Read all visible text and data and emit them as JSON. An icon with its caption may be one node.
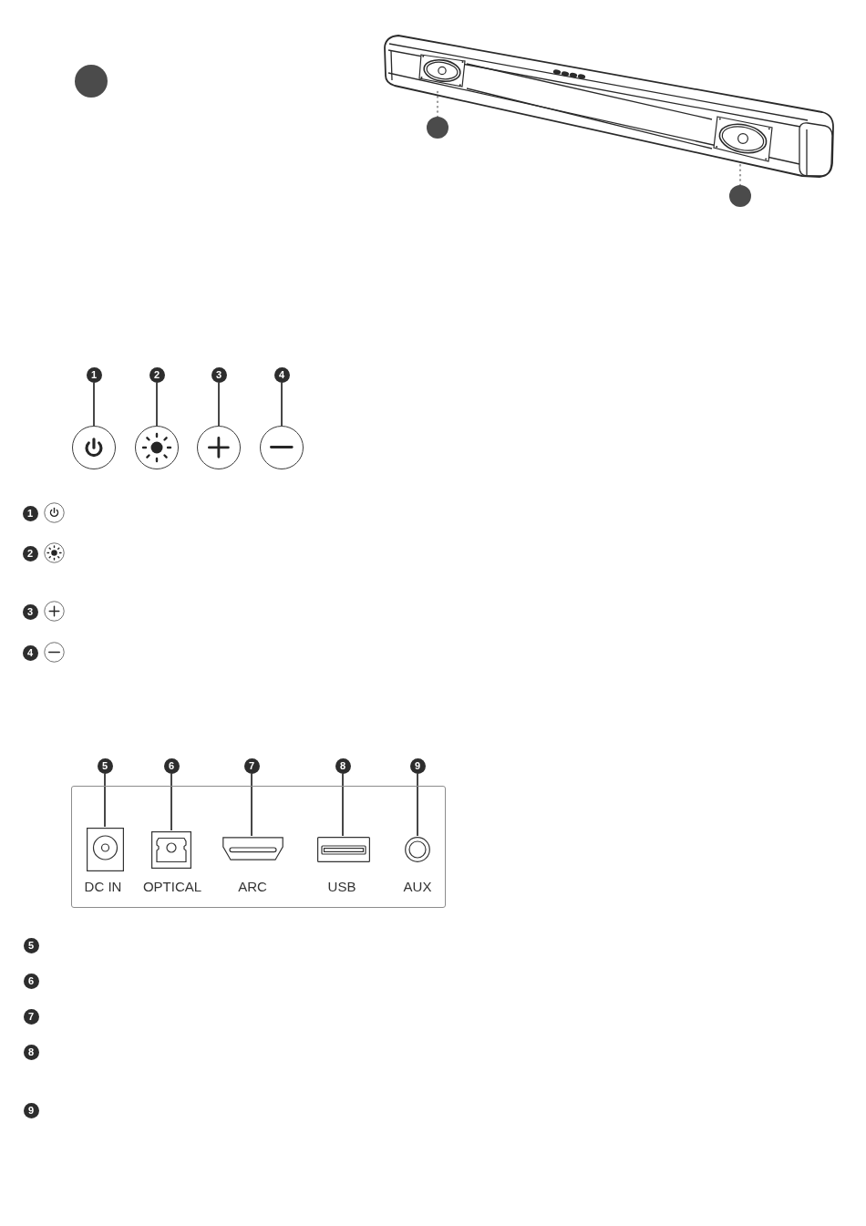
{
  "diagram": {
    "nodes": [
      {
        "text": [],
        "shape": "circle"
      },
      {
        "text": [],
        "shape": "picture"
      },
      {
        "text": [],
        "shape": "picture",
        "in": 1
      },
      {
        "text": [],
        "shape": "picture",
        "in": 1
      },
      {
        "text": [],
        "shape": "circle"
      },
      {
        "text": [],
        "shape": "circle"
      },
      {
        "text": [
          "1"
        ]
      },
      {
        "text": [
          "2"
        ]
      },
      {
        "text": [
          "3"
        ]
      },
      {
        "text": [
          "4"
        ]
      },
      {
        "text": [],
        "shape": "circle"
      },
      {
        "text": [],
        "shape": "circle"
      },
      {
        "text": [],
        "shape": "circle"
      },
      {
        "text": [],
        "shape": "circle"
      },
      {
        "text": [
          "1"
        ]
      },
      {
        "text": [
          "2"
        ]
      },
      {
        "text": [
          "3"
        ]
      },
      {
        "text": [
          "4"
        ]
      },
      {
        "text": [
          "5"
        ]
      },
      {
        "text": [
          "6"
        ]
      },
      {
        "text": [
          "7"
        ]
      },
      {
        "text": [
          "8"
        ]
      },
      {
        "text": [
          "9"
        ]
      },
      {
        "text": [],
        "shape": "box"
      },
      {
        "text": [],
        "shape": "picture",
        "in": 23,
        "beside": [
          "DC IN"
        ]
      },
      {
        "text": [],
        "shape": "picture",
        "in": 23,
        "beside": [
          "OPTICAL"
        ]
      },
      {
        "text": [],
        "shape": "picture",
        "in": 23,
        "beside": [
          "ARC"
        ]
      },
      {
        "text": [],
        "shape": "picture",
        "in": 23,
        "beside": [
          "USB"
        ]
      },
      {
        "text": [],
        "shape": "picture",
        "in": 23,
        "beside": [
          "AUX"
        ]
      },
      {
        "text": [
          "5"
        ]
      },
      {
        "text": [
          "6"
        ]
      },
      {
        "text": [
          "7"
        ]
      },
      {
        "text": [
          "8"
        ]
      },
      {
        "text": [
          "9"
        ]
      }
    ],
    "edges": [
      {
        "from": 4,
        "to": 2,
        "arrow": "none",
        "style": "dashed",
        "color": "#9a9a9a"
      },
      {
        "from": 5,
        "to": 3,
        "arrow": "none",
        "style": "dashed",
        "color": "#9a9a9a"
      },
      {
        "from": 6,
        "to": 10,
        "arrow": "none"
      },
      {
        "from": 7,
        "to": 11,
        "arrow": "none"
      },
      {
        "from": 8,
        "to": 12,
        "arrow": "none"
      },
      {
        "from": 9,
        "to": 13,
        "arrow": "none"
      },
      {
        "from": 18,
        "to": 24,
        "arrow": "none"
      },
      {
        "from": 19,
        "to": 25,
        "arrow": "none"
      },
      {
        "from": 20,
        "to": 26,
        "arrow": "none"
      },
      {
        "from": 21,
        "to": 27,
        "arrow": "none"
      },
      {
        "from": 22,
        "to": 28,
        "arrow": "none"
      }
    ]
  }
}
